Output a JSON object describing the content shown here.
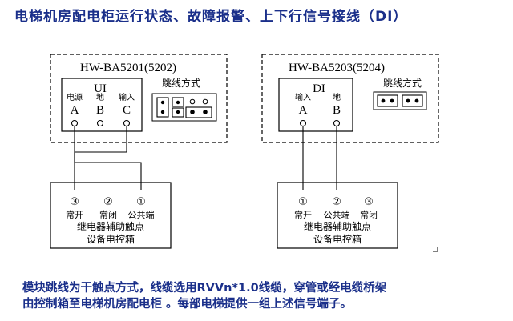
{
  "title": "电梯机房配电柜运行状态、故障报警、上下行信号接线（DI）",
  "left_module": {
    "model": "HW-BA5201(5202)",
    "block": "UI",
    "jumper_label": "跳线方式",
    "terminals": [
      {
        "sub": "电源",
        "letter": "A"
      },
      {
        "sub": "地",
        "letter": "B"
      },
      {
        "sub": "输入",
        "letter": "C"
      }
    ],
    "box": {
      "contacts": [
        {
          "num": "③",
          "label": "常开"
        },
        {
          "num": "②",
          "label": "常闭"
        },
        {
          "num": "①",
          "label": "公共端"
        }
      ],
      "line1": "继电器辅助触点",
      "line2": "设备电控箱"
    }
  },
  "right_module": {
    "model": "HW-BA5203(5204)",
    "block": "DI",
    "jumper_label": "跳线方式",
    "terminals": [
      {
        "sub": "输入",
        "letter": "A"
      },
      {
        "sub": "地",
        "letter": "B"
      }
    ],
    "box": {
      "contacts": [
        {
          "num": "①",
          "label": "常开"
        },
        {
          "num": "②",
          "label": "公共端"
        },
        {
          "num": "③",
          "label": "常闭"
        }
      ],
      "line1": "继电器辅助触点",
      "line2": "设备电控箱"
    }
  },
  "footer": {
    "line1": "模块跳线为干触点方式，线缆选用RVVn*1.0线缆，穿管或经电缆桥架",
    "line2": "由控制箱至电梯机房配电柜 。每部电梯提供一组上述信号端子。"
  },
  "colors": {
    "title": "#1a2f8a",
    "line": "#000000"
  }
}
